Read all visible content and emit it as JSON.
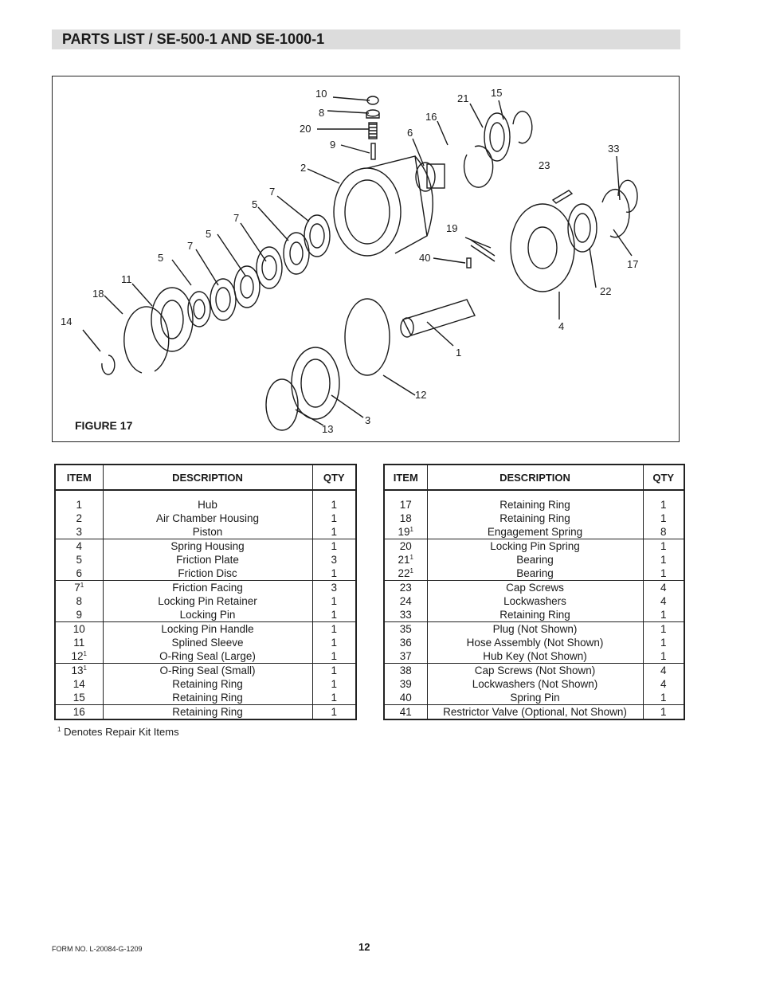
{
  "page": {
    "title": "PARTS LIST / SE-500-1 AND SE-1000-1",
    "figure_label": "FIGURE 17",
    "footnote_mark": "1",
    "footnote": "Denotes Repair Kit Items",
    "form_number": "FORM NO. L-20084-G-1209",
    "page_number": "12"
  },
  "figure": {
    "callouts": [
      "10",
      "8",
      "20",
      "9",
      "6",
      "16",
      "21",
      "15",
      "2",
      "33",
      "23",
      "7",
      "5",
      "7",
      "5",
      "19",
      "7",
      "40",
      "17",
      "5",
      "11",
      "18",
      "22",
      "4",
      "14",
      "1",
      "12",
      "3",
      "13"
    ]
  },
  "table_headers": {
    "item": "ITEM",
    "description": "DESCRIPTION",
    "qty": "QTY"
  },
  "table_left": {
    "groups": [
      {
        "items": [
          "1",
          "2",
          "3"
        ],
        "sups": [
          "",
          "",
          ""
        ],
        "descriptions": [
          "Hub",
          "Air Chamber Housing",
          "Piston"
        ],
        "qtys": [
          "1",
          "1",
          "1"
        ]
      },
      {
        "items": [
          "4",
          "5",
          "6"
        ],
        "sups": [
          "",
          "",
          ""
        ],
        "descriptions": [
          "Spring Housing",
          "Friction Plate",
          "Friction Disc"
        ],
        "qtys": [
          "1",
          "3",
          "1"
        ]
      },
      {
        "items": [
          "7",
          "8",
          "9"
        ],
        "sups": [
          "1",
          "",
          ""
        ],
        "descriptions": [
          "Friction Facing",
          "Locking Pin Retainer",
          "Locking Pin"
        ],
        "qtys": [
          "3",
          "1",
          "1"
        ]
      },
      {
        "items": [
          "10",
          "11",
          "12"
        ],
        "sups": [
          "",
          "",
          "1"
        ],
        "descriptions": [
          "Locking Pin Handle",
          "Splined Sleeve",
          "O-Ring Seal (Large)"
        ],
        "qtys": [
          "1",
          "1",
          "1"
        ]
      },
      {
        "items": [
          "13",
          "14",
          "15"
        ],
        "sups": [
          "1",
          "",
          ""
        ],
        "descriptions": [
          "O-Ring Seal (Small)",
          "Retaining Ring",
          "Retaining Ring"
        ],
        "qtys": [
          "1",
          "1",
          "1"
        ]
      },
      {
        "items": [
          "16"
        ],
        "sups": [
          ""
        ],
        "descriptions": [
          "Retaining Ring"
        ],
        "qtys": [
          "1"
        ]
      }
    ]
  },
  "table_right": {
    "groups": [
      {
        "items": [
          "17",
          "18",
          "19"
        ],
        "sups": [
          "",
          "",
          "1"
        ],
        "descriptions": [
          "Retaining Ring",
          "Retaining Ring",
          "Engagement Spring"
        ],
        "qtys": [
          "1",
          "1",
          "8"
        ]
      },
      {
        "items": [
          "20",
          "21",
          "22"
        ],
        "sups": [
          "",
          "1",
          "1"
        ],
        "descriptions": [
          "Locking Pin Spring",
          "Bearing",
          "Bearing"
        ],
        "qtys": [
          "1",
          "1",
          "1"
        ]
      },
      {
        "items": [
          "23",
          "24",
          "33"
        ],
        "sups": [
          "",
          "",
          ""
        ],
        "descriptions": [
          "Cap Screws",
          "Lockwashers",
          "Retaining Ring"
        ],
        "qtys": [
          "4",
          "4",
          "1"
        ]
      },
      {
        "items": [
          "35",
          "36",
          "37"
        ],
        "sups": [
          "",
          "",
          ""
        ],
        "descriptions": [
          "Plug (Not Shown)",
          "Hose Assembly (Not Shown)",
          "Hub Key (Not Shown)"
        ],
        "qtys": [
          "1",
          "1",
          "1"
        ]
      },
      {
        "items": [
          "38",
          "39",
          "40"
        ],
        "sups": [
          "",
          "",
          ""
        ],
        "descriptions": [
          "Cap Screws (Not Shown)",
          "Lockwashers (Not Shown)",
          "Spring Pin"
        ],
        "qtys": [
          "4",
          "4",
          "1"
        ]
      },
      {
        "items": [
          "41"
        ],
        "sups": [
          ""
        ],
        "descriptions": [
          "Restrictor Valve (Optional, Not Shown)"
        ],
        "qtys": [
          "1"
        ]
      }
    ]
  }
}
